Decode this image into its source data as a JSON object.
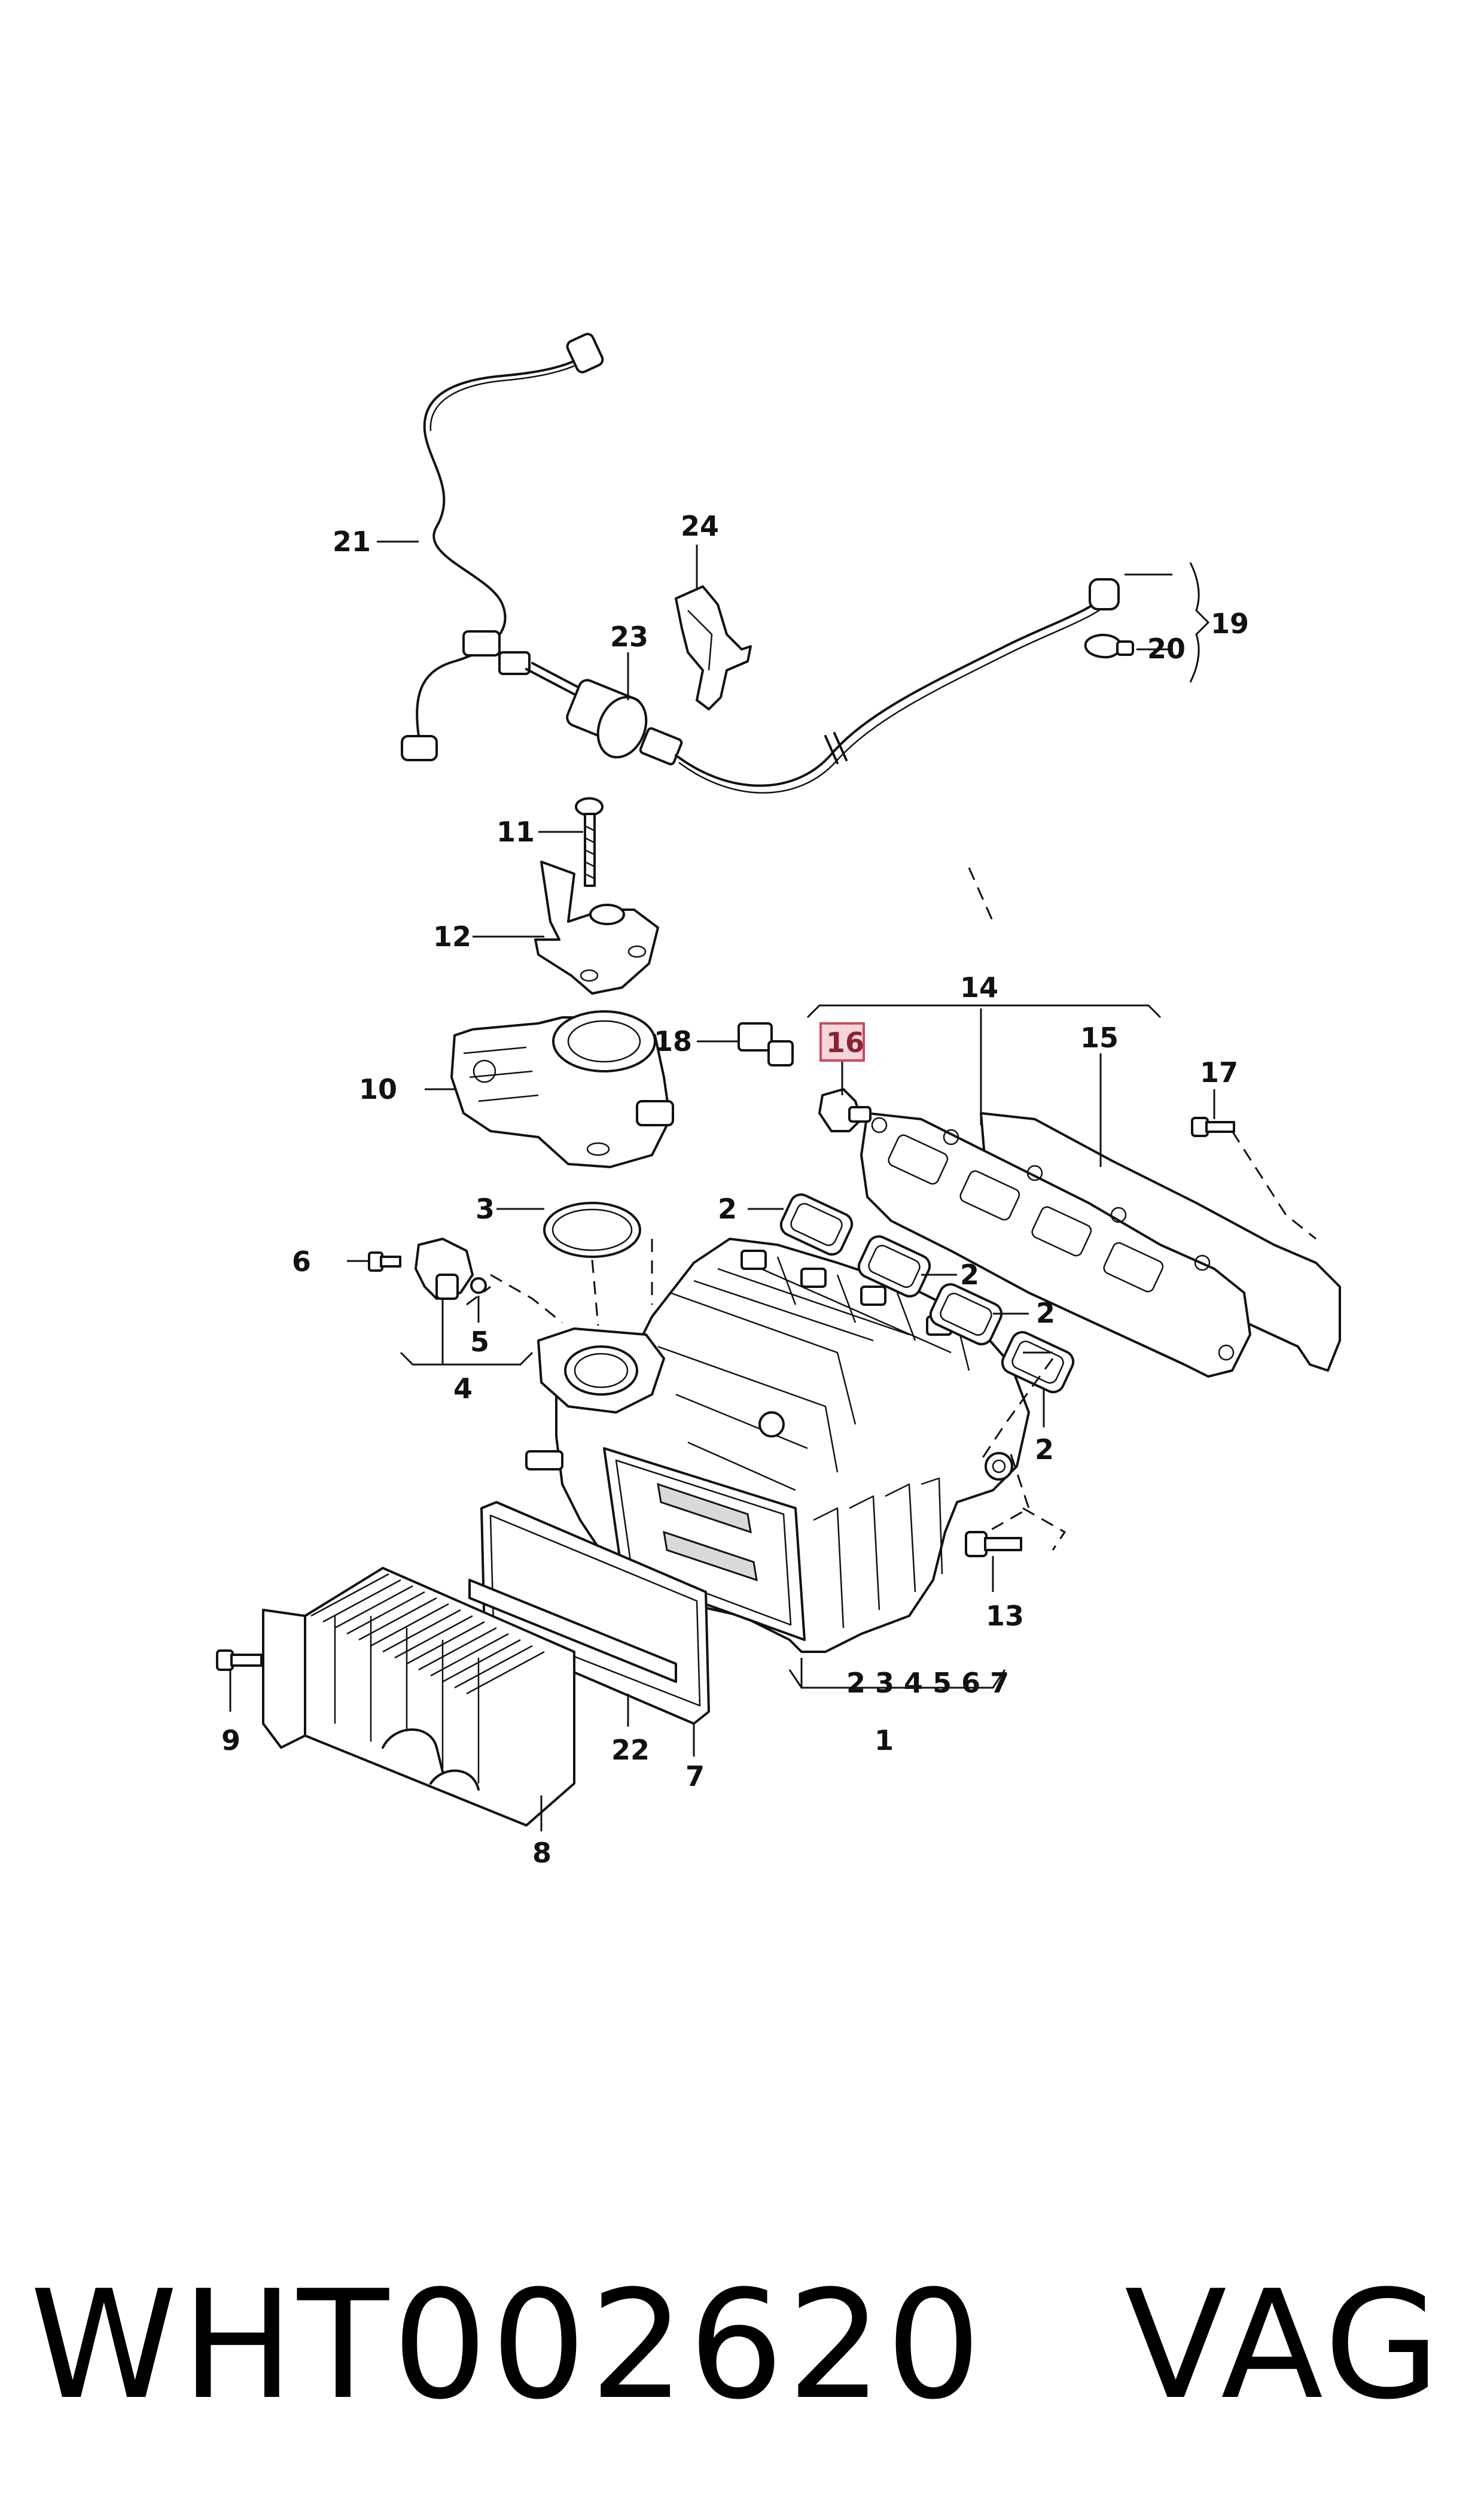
{
  "part_labels": {
    "p1": "1",
    "p2a": "2",
    "p2b": "2",
    "p2c": "2",
    "p2d": "2",
    "p3": "3",
    "p4": "4",
    "p5": "5",
    "p6": "6",
    "p7": "7",
    "p8": "8",
    "p9": "9",
    "p10": "10",
    "p11": "11",
    "p12": "12",
    "p13": "13",
    "p14": "14",
    "p15": "15",
    "p16": "16",
    "p17": "17",
    "p18": "18",
    "p19": "19",
    "p20": "20",
    "p21": "21",
    "p22": "22",
    "p23": "23",
    "p24": "24"
  },
  "kit_contents_label": "2 3 4 5 6 7",
  "highlighted_label": "16",
  "footer": {
    "part_number": "WHT002620",
    "brand": "VAG"
  },
  "colors": {
    "highlight_fill": "#f6d6db",
    "highlight_border": "#d04a5c",
    "line": "#111111"
  }
}
